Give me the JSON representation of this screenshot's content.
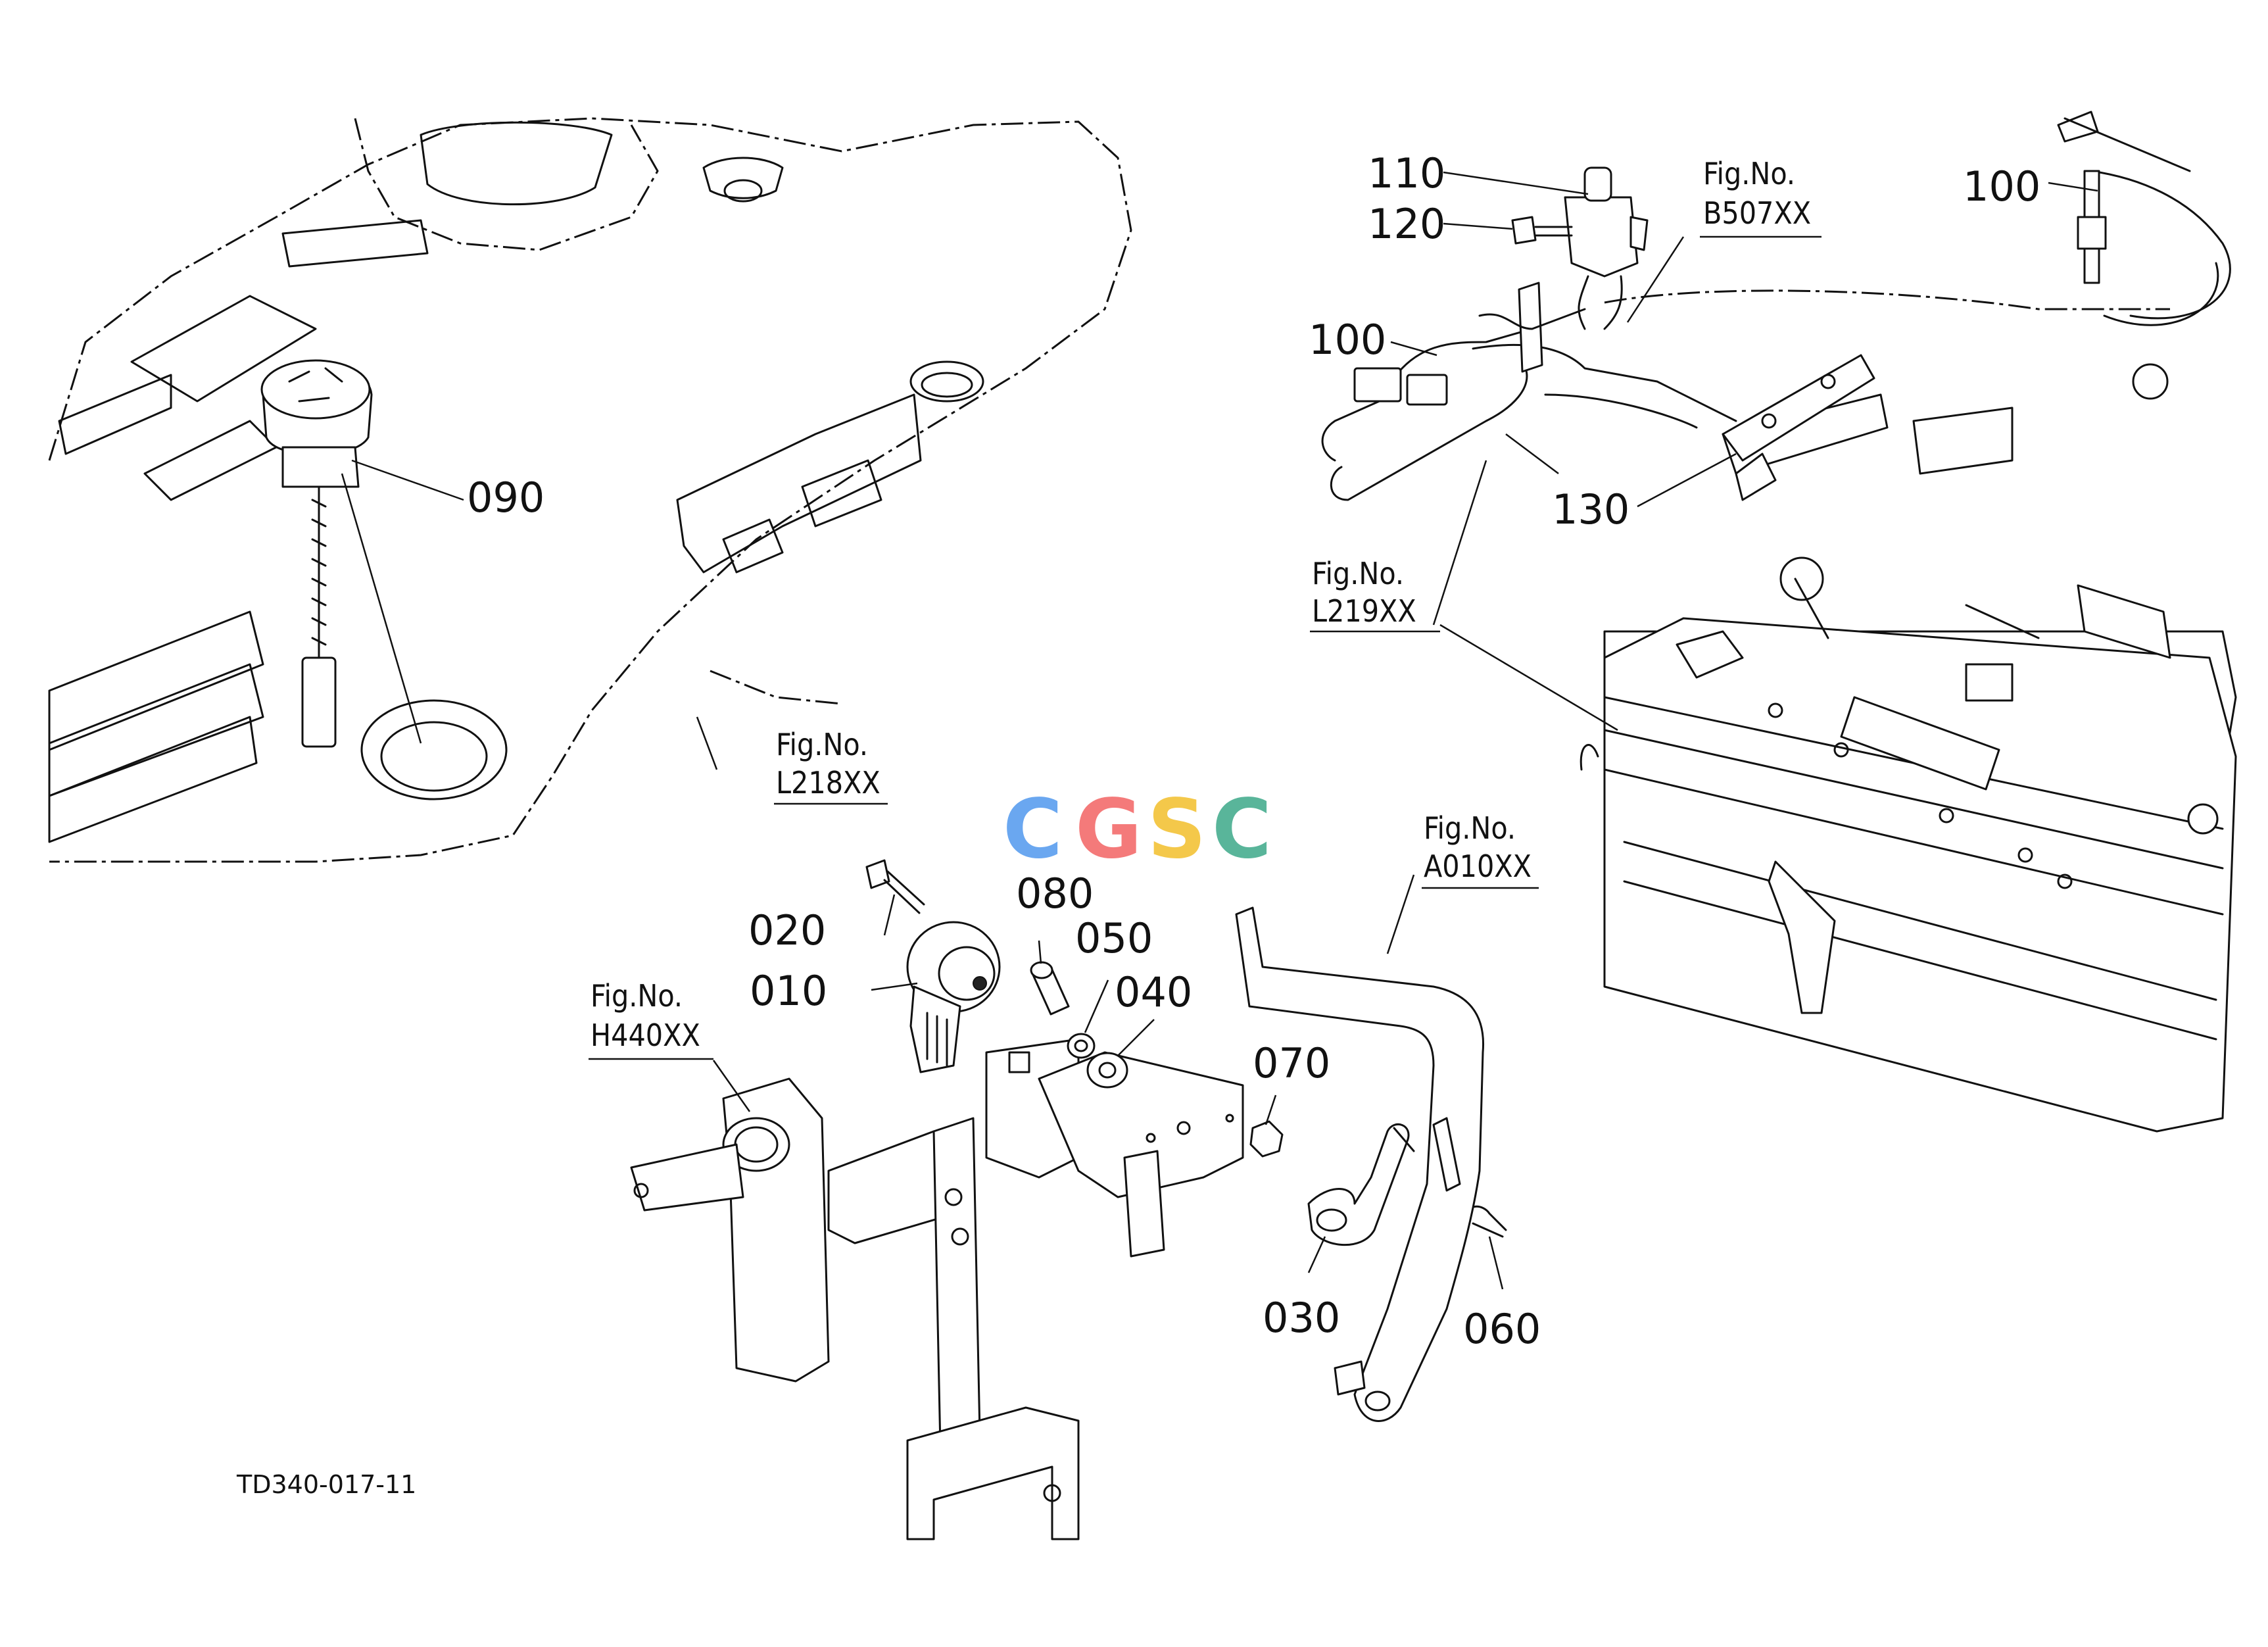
{
  "drawing_code": "TD340-017-11",
  "watermark": {
    "letters": [
      "C",
      "G",
      "S",
      "C"
    ],
    "colors": [
      "#6aa7f0",
      "#f47a7a",
      "#f4c84a",
      "#59b59a"
    ]
  },
  "part_numbers": {
    "p010": "010",
    "p020": "020",
    "p030": "030",
    "p040": "040",
    "p050": "050",
    "p060": "060",
    "p070": "070",
    "p080": "080",
    "p090": "090",
    "p100a": "100",
    "p100b": "100",
    "p110": "110",
    "p120": "120",
    "p130": "130"
  },
  "figure_refs": {
    "prefix": "Fig.No.",
    "l218": "L218XX",
    "b507": "B507XX",
    "l219": "L219XX",
    "a010": "A010XX",
    "h440": "H440XX"
  }
}
